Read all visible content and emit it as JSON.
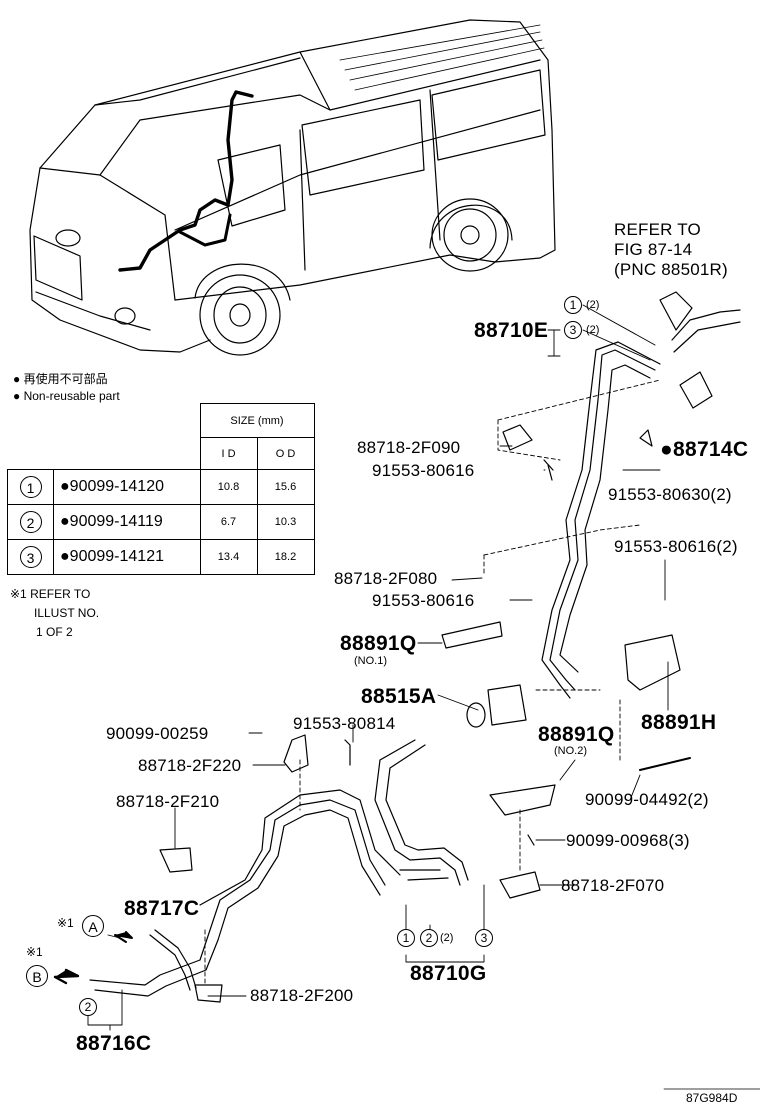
{
  "diagram_id": "87G984D",
  "refer": {
    "line1": "REFER TO",
    "line2": "FIG 87-14",
    "line3": "(PNC 88501R)"
  },
  "legend": {
    "jp": "再使用不可部品",
    "en": "Non-reusable part"
  },
  "size_table": {
    "header": "SIZE (mm)",
    "col_id": "I D",
    "col_od": "O D",
    "rows": [
      {
        "ref": "1",
        "part": "90099-14120",
        "id": "10.8",
        "od": "15.6"
      },
      {
        "ref": "2",
        "part": "90099-14119",
        "id": "6.7",
        "od": "10.3"
      },
      {
        "ref": "3",
        "part": "90099-14121",
        "id": "13.4",
        "od": "18.2"
      }
    ]
  },
  "refer_note": {
    "line1": "※1 REFER TO",
    "line2": "ILLUST NO.",
    "line3": "1 OF 2"
  },
  "labels": {
    "p88710E": "88710E",
    "p88714C": "88714C",
    "p88718_2F090": "88718-2F090",
    "p91553_80616_a": "91553-80616",
    "p91553_80630": "91553-80630(2)",
    "p88718_2F080": "88718-2F080",
    "p91553_80616_b": "91553-80616",
    "p91553_80616_2": "91553-80616(2)",
    "p88891Q_1": "88891Q",
    "no1": "(NO.1)",
    "p88515A": "88515A",
    "p88891H": "88891H",
    "p88891Q_2": "88891Q",
    "no2": "(NO.2)",
    "p90099_00259": "90099-00259",
    "p91553_80814": "91553-80814",
    "p88718_2F220": "88718-2F220",
    "p90099_04492": "90099-04492(2)",
    "p88718_2F210": "88718-2F210",
    "p90099_00968": "90099-00968(3)",
    "p88718_2F070": "88718-2F070",
    "p88717C": "88717C",
    "p88710G": "88710G",
    "p88718_2F200": "88718-2F200",
    "p88716C": "88716C",
    "qty2": "(2)",
    "refA": "A",
    "refB": "B",
    "note_mark": "※1",
    "c1": "1",
    "c2": "2",
    "c3": "3"
  }
}
